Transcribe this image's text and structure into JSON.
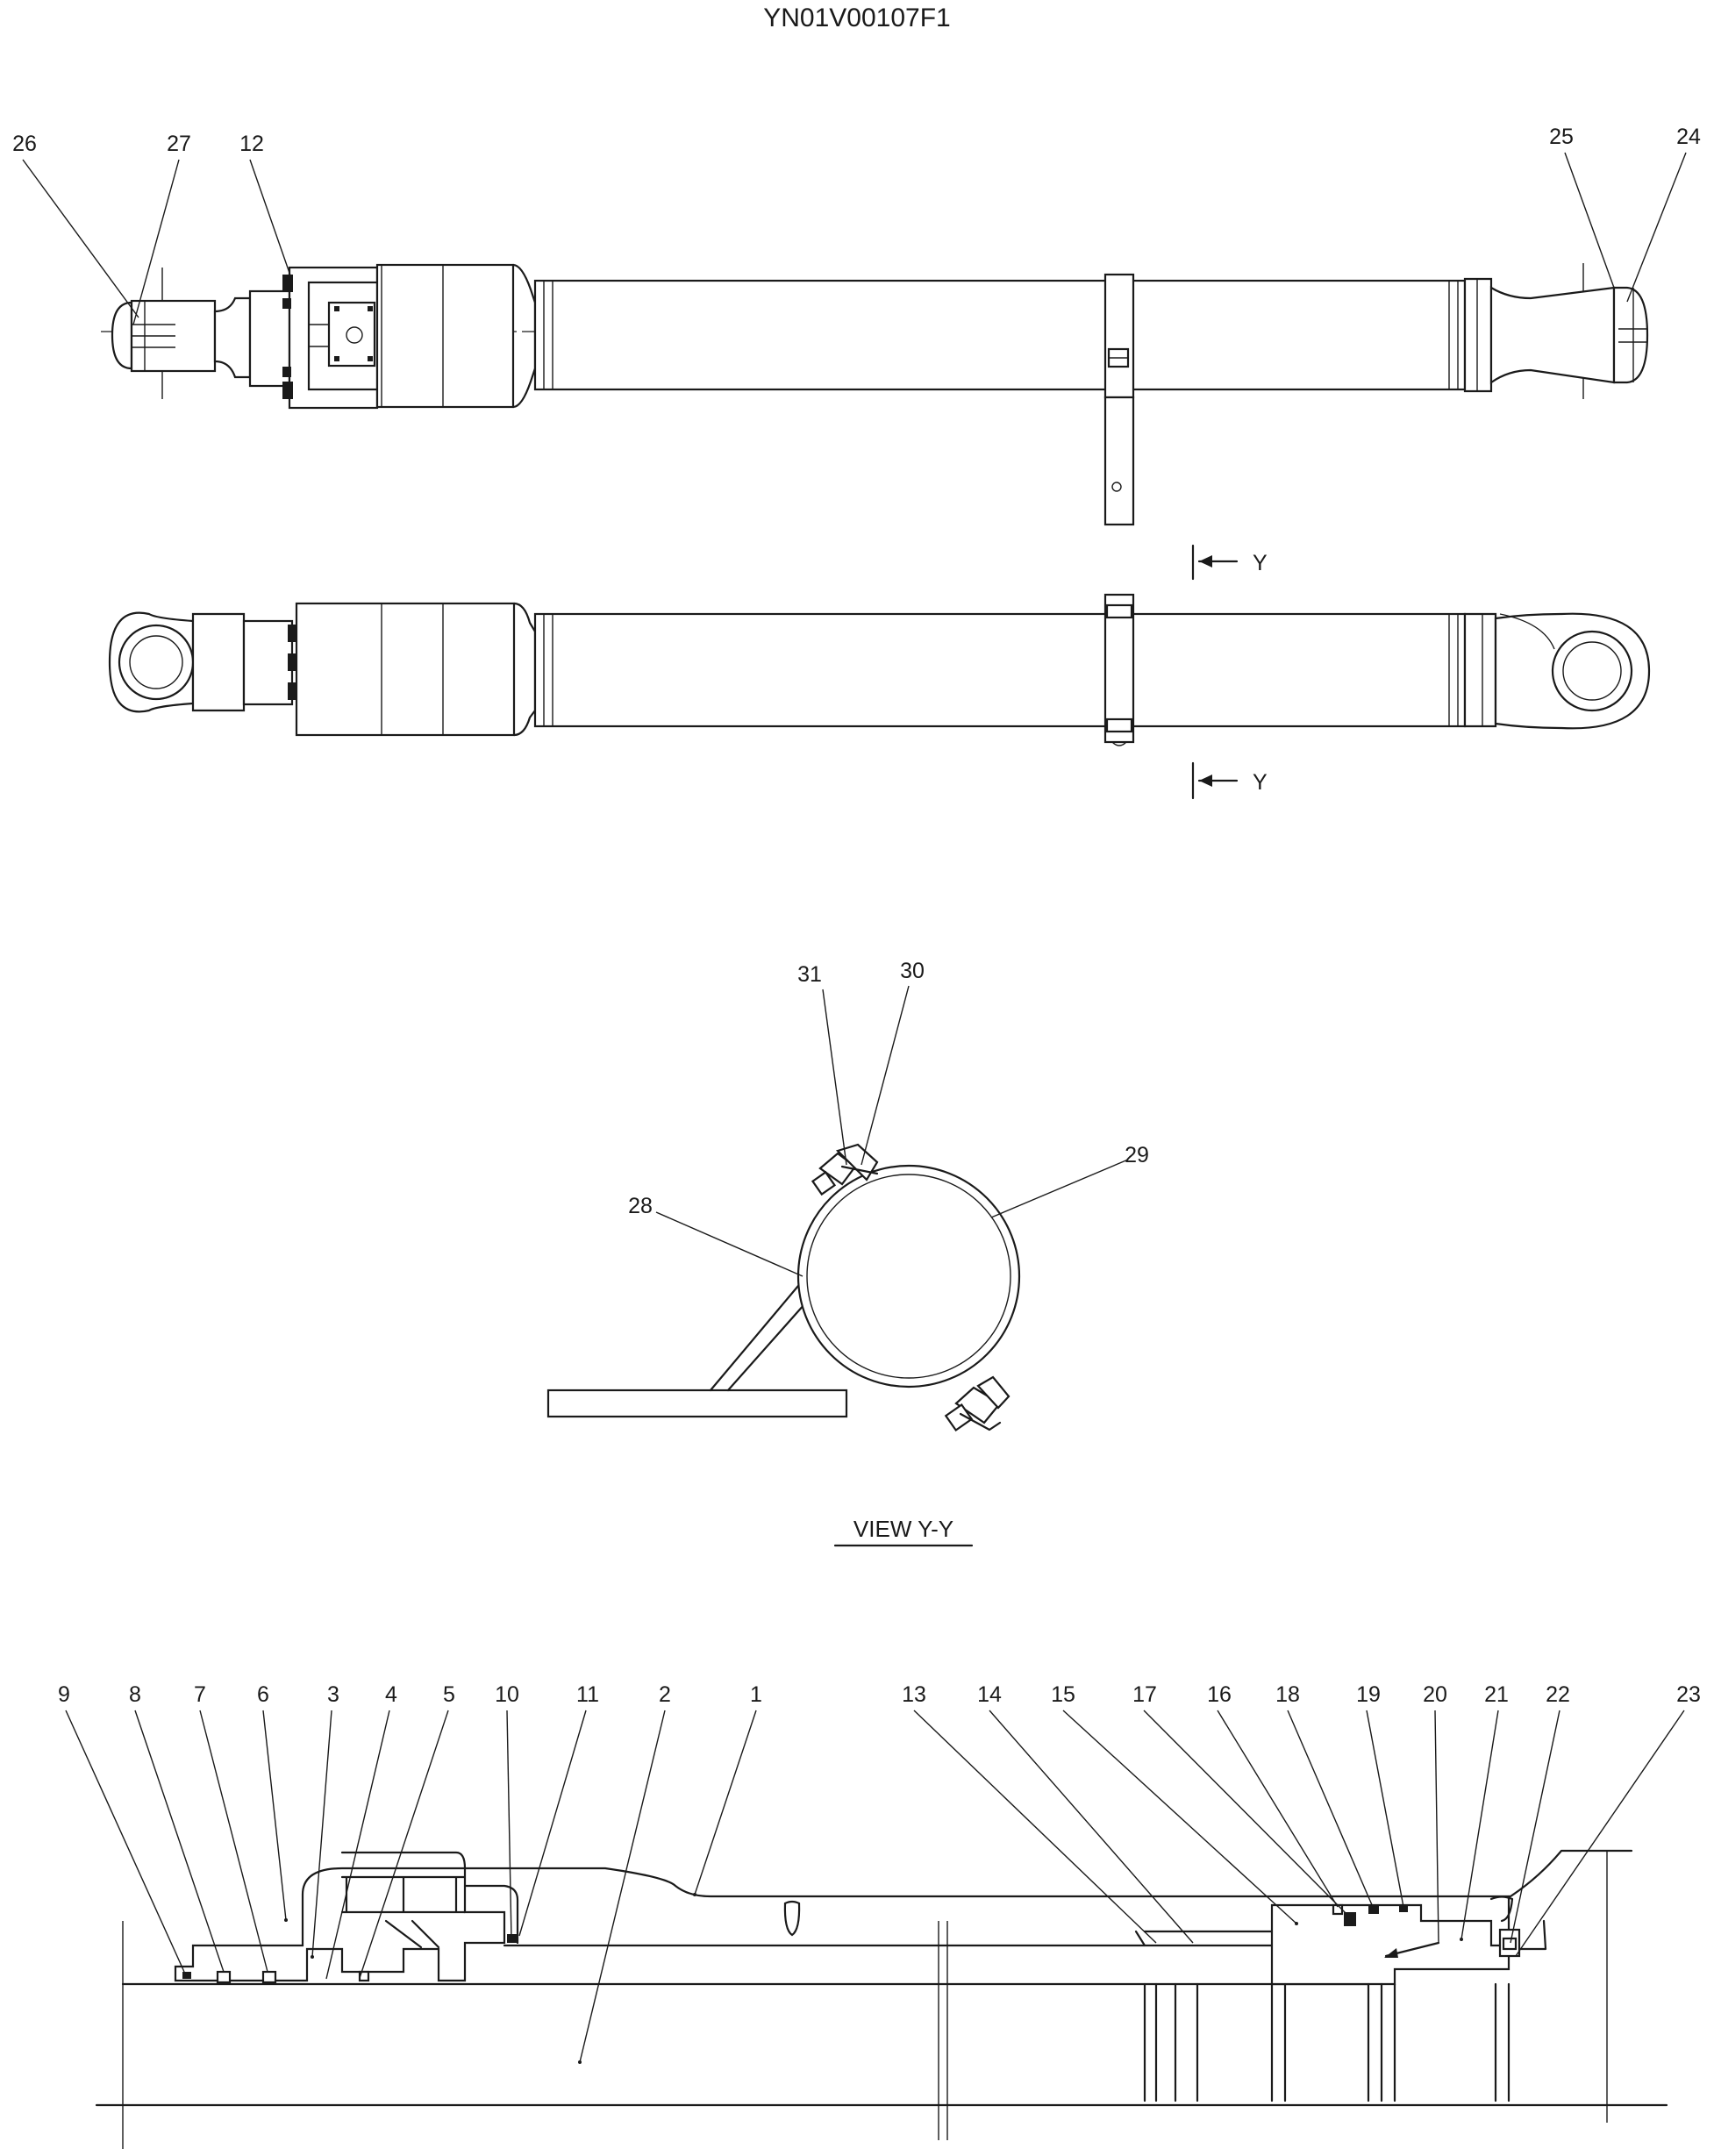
{
  "drawing_id": "YN01V00107F1",
  "view_label": "VIEW  Y-Y",
  "section_marker": "Y",
  "callouts": {
    "c1": "1",
    "c2": "2",
    "c3": "3",
    "c4": "4",
    "c5": "5",
    "c6": "6",
    "c7": "7",
    "c8": "8",
    "c9": "9",
    "c10": "10",
    "c11": "11",
    "c12": "12",
    "c13": "13",
    "c14": "14",
    "c15": "15",
    "c16": "16",
    "c17": "17",
    "c18": "18",
    "c19": "19",
    "c20": "20",
    "c21": "21",
    "c22": "22",
    "c23": "23",
    "c24": "24",
    "c25": "25",
    "c26": "26",
    "c27": "27",
    "c28": "28",
    "c29": "29",
    "c30": "30",
    "c31": "31"
  }
}
